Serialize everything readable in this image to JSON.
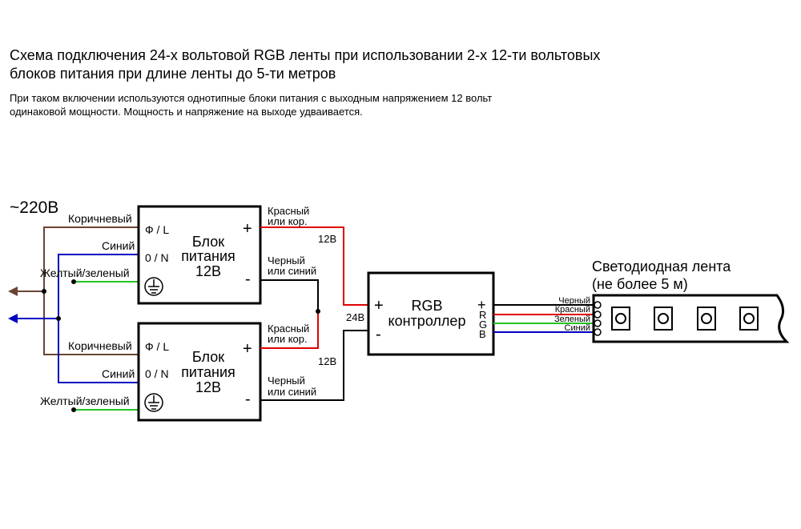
{
  "heading": {
    "line1": "Схема подключения 24-х вольтовой RGB ленты при использовании 2-х 12-ти вольтовых",
    "line2": "блоков питания при длине ленты до 5-ти метров"
  },
  "subheading": {
    "line1": "При таком включении используются однотипные блоки питания с выходным напряжением 12 вольт",
    "line2": "одинаковой мощности. Мощность и напряжение на выходе удваивается."
  },
  "mains_label": "~220В",
  "wire_labels": {
    "brown": "Коричневый",
    "blue": "Синий",
    "ground": "Желтый/зеленый",
    "red_1": "Красный",
    "red_2": "или кор.",
    "black_1": "Черный",
    "black_2": "или синий",
    "v12": "12В",
    "v24": "24В"
  },
  "power_supply": {
    "terminal_l": "Ф / L",
    "terminal_n": "0 / N",
    "plus": "+",
    "minus": "-",
    "title_1": "Блок",
    "title_2": "питания",
    "title_3": "12В"
  },
  "controller": {
    "title_1": "RGB",
    "title_2": "контроллер",
    "plus": "+",
    "minus": "-",
    "r": "R",
    "g": "G",
    "b": "B"
  },
  "strip": {
    "title_1": "Светодиодная лента",
    "title_2": "(не более 5 м)",
    "wire_black": "Черный",
    "wire_red": "Красный",
    "wire_green": "Зеленый",
    "wire_blue": "Синий"
  },
  "colors": {
    "brown": "#6b4433",
    "blue": "#0000c0",
    "green": "#22c322",
    "red": "#e00000",
    "black": "#000000"
  }
}
